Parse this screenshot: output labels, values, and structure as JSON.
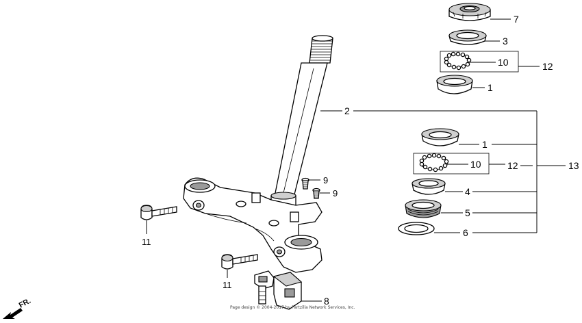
{
  "diagram": {
    "callouts": {
      "p7": "7",
      "p3": "3",
      "p10a": "10",
      "p12a": "12",
      "p1a": "1",
      "p2": "2",
      "p1b": "1",
      "p10b": "10",
      "p12b": "12",
      "p13": "13",
      "p4": "4",
      "p5": "5",
      "p6": "6",
      "p9a": "9",
      "p9b": "9",
      "p11a": "11",
      "p11b": "11",
      "p8": "8"
    },
    "direction_label": "FR.",
    "copyright": "Page design © 2004-2017 by Partzilla Network Services, Inc."
  }
}
